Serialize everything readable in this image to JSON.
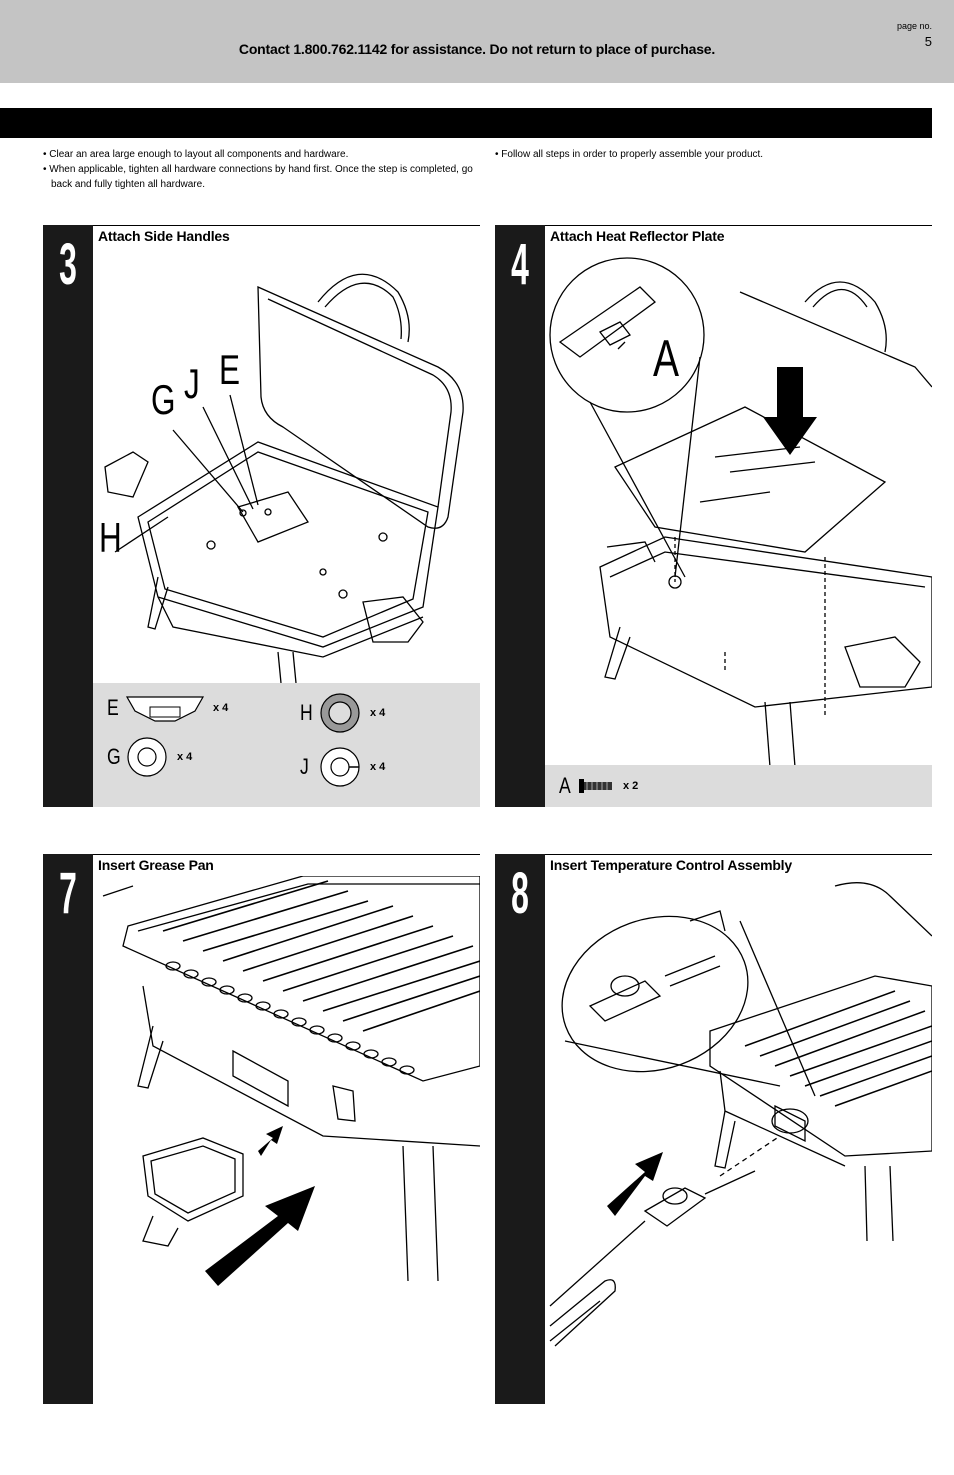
{
  "header": {
    "contact": "Contact 1.800.762.1142 for assistance. Do not return to place of purchase.",
    "page_label": "page no.",
    "page_number": "5"
  },
  "notes": {
    "left": [
      "• Clear an area large enough to layout all components and hardware.",
      "• When applicable, tighten all hardware connections by hand first. Once the step is completed, go back and fully tighten all hardware."
    ],
    "right": [
      "• Follow all steps in order to properly assemble your product."
    ]
  },
  "steps": {
    "s3": {
      "number": "3",
      "title": "Attach Side Handles",
      "callouts": [
        "G",
        "J",
        "E",
        "H"
      ],
      "hardware": [
        {
          "letter": "E",
          "qty": "x 4"
        },
        {
          "letter": "G",
          "qty": "x 4"
        },
        {
          "letter": "H",
          "qty": "x 4"
        },
        {
          "letter": "J",
          "qty": "x 4"
        }
      ]
    },
    "s4": {
      "number": "4",
      "title": "Attach Heat Reflector Plate",
      "callouts": [
        "A"
      ],
      "hardware": [
        {
          "letter": "A",
          "qty": "x 2"
        }
      ]
    },
    "s7": {
      "number": "7",
      "title": "Insert Grease Pan"
    },
    "s8": {
      "number": "8",
      "title": "Insert Temperature Control Assembly"
    }
  }
}
